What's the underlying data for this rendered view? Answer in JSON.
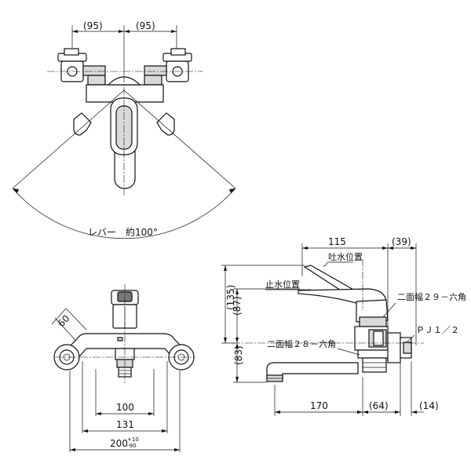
{
  "top_view": {
    "dim_left": "(95)",
    "dim_right": "(95)",
    "lever_label": "レバー　約100°"
  },
  "front_view": {
    "dim_angle": "60",
    "dim_100": "100",
    "dim_131": "131",
    "dim_200": "200",
    "tol_upper": "+10",
    "tol_lower": "-90"
  },
  "side_view": {
    "dim_115": "115",
    "dim_39": "(39)",
    "dim_135": "(135)",
    "dim_87": "(87)",
    "dim_83": "(83)",
    "dim_170": "170",
    "dim_64": "(64)",
    "dim_14": "(14)",
    "label_spout_pos": "吐水位置",
    "label_stop_pos": "止水位置",
    "label_hex29": "二面幅２９－六角",
    "label_hex28": "二面幅２８－六角",
    "label_pj": "ＰＪ１／２"
  }
}
